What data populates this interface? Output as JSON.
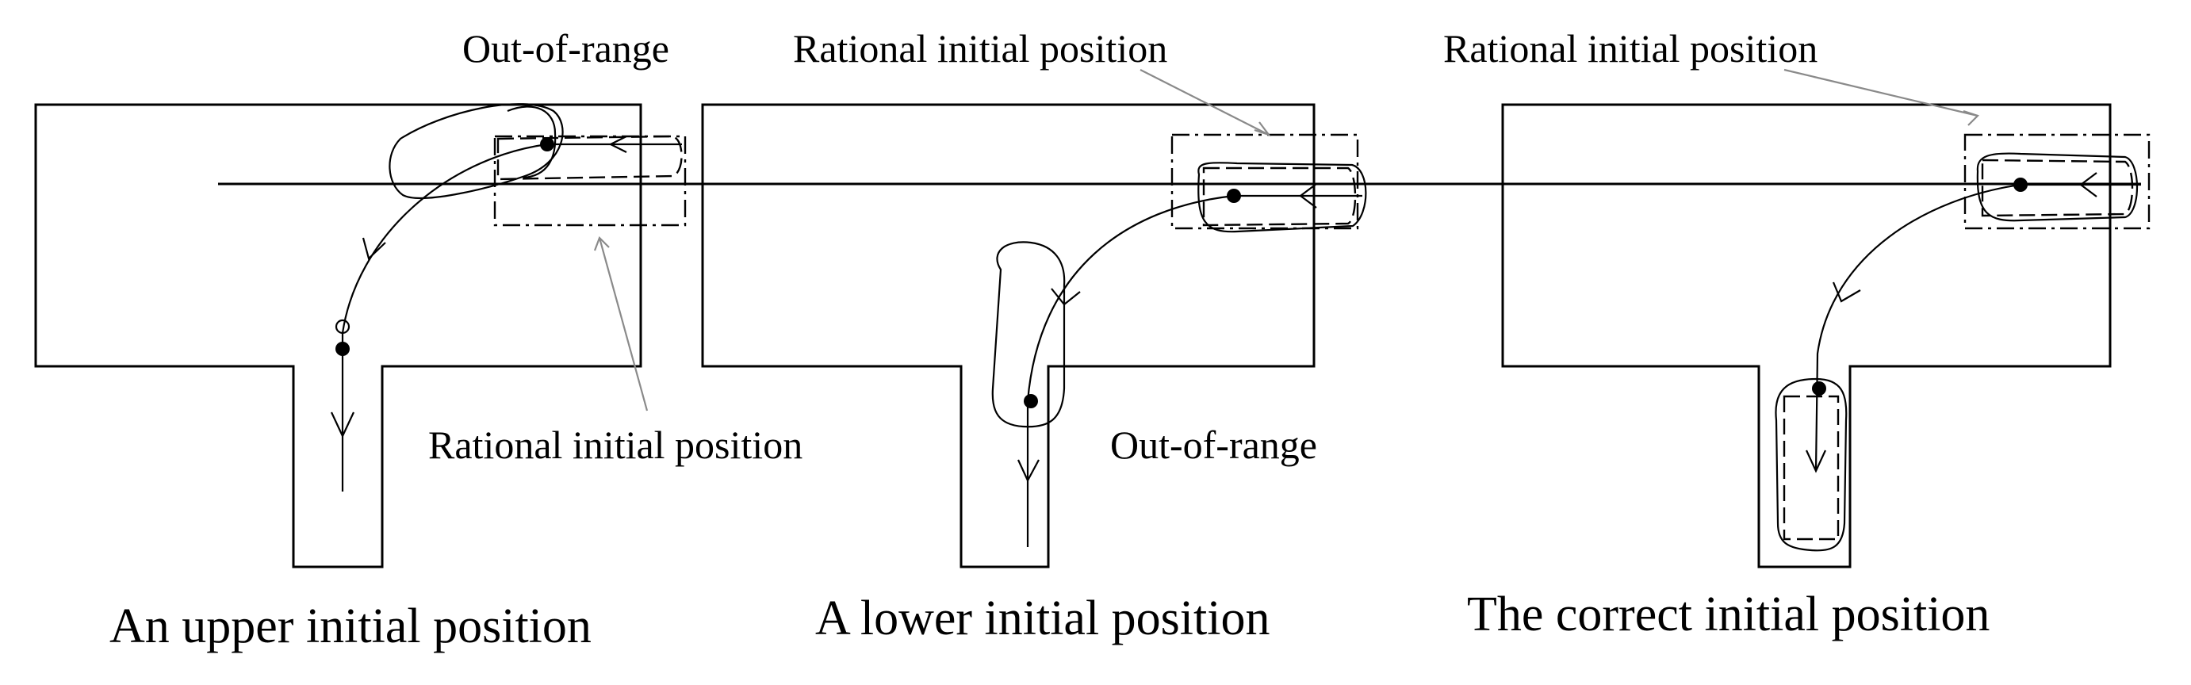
{
  "labels": {
    "out_of_range_top": "Out-of-range",
    "rational_top_middle": "Rational initial position",
    "rational_top_right": "Rational initial position",
    "rational_left_lower": "Rational initial position",
    "out_of_range_middle": "Out-of-range"
  },
  "captions": {
    "upper": "An upper initial position",
    "lower": "A lower initial position",
    "correct": "The correct initial position"
  }
}
